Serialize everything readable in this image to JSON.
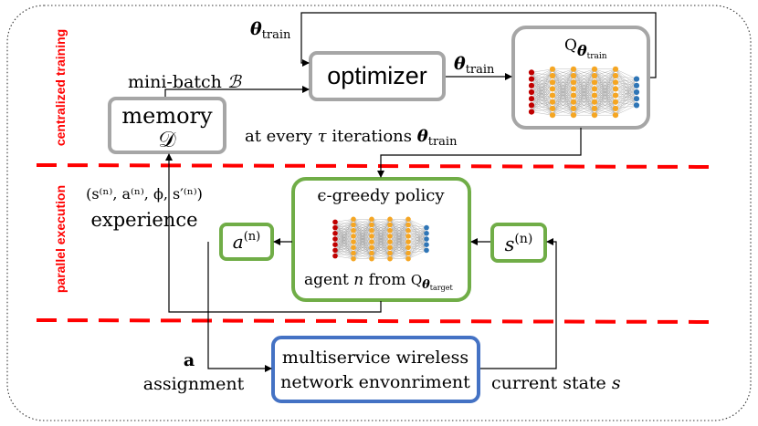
{
  "regions": {
    "training_label": "centralized training",
    "execution_label": "parallel execution"
  },
  "nodes": {
    "memory": {
      "line1": "memory",
      "line2": "𝒟"
    },
    "optimizer": {
      "label": "optimizer"
    },
    "q_train": {
      "base": "Q",
      "sub_symbol": "θ",
      "sub_small": "train"
    },
    "policy": {
      "title": "ϵ-greedy policy",
      "agent_prefix": "agent ",
      "agent_var": "n",
      "agent_from": " from ",
      "q_base": "Q",
      "q_sub_symbol": "θ",
      "q_sub_small": "target"
    },
    "action": {
      "base": "a",
      "sup": "(n)"
    },
    "state": {
      "base": "s",
      "sup": "(n)"
    },
    "environment": {
      "line1": "multiservice wireless",
      "line2": "network envonriment"
    }
  },
  "labels": {
    "theta_top": {
      "symbol": "θ",
      "sub": "train"
    },
    "theta_mid": {
      "symbol": "θ",
      "sub": "train"
    },
    "minibatch": {
      "text": "mini-batch ",
      "symbol": "ℬ"
    },
    "every_tau": {
      "pre": "at every ",
      "tau": "τ",
      "post": " iterations ",
      "symbol": "θ",
      "sub": "train"
    },
    "experience_tuple": "(s⁽ⁿ⁾, a⁽ⁿ⁾, ϕ, s′⁽ⁿ⁾)",
    "experience_word": "experience",
    "assignment_symbol": "a",
    "assignment_word": "assignment",
    "current_state": {
      "text": "current state ",
      "var": "s"
    }
  },
  "colors": {
    "gray_box": "#a6a6a6",
    "green_box": "#70ad47",
    "blue_box": "#4472c4",
    "red_dash": "#ff0000",
    "red_text": "#ff0000",
    "input_node": "#c00000",
    "hidden_node": "#f5a623",
    "output_node": "#2e75b6"
  }
}
